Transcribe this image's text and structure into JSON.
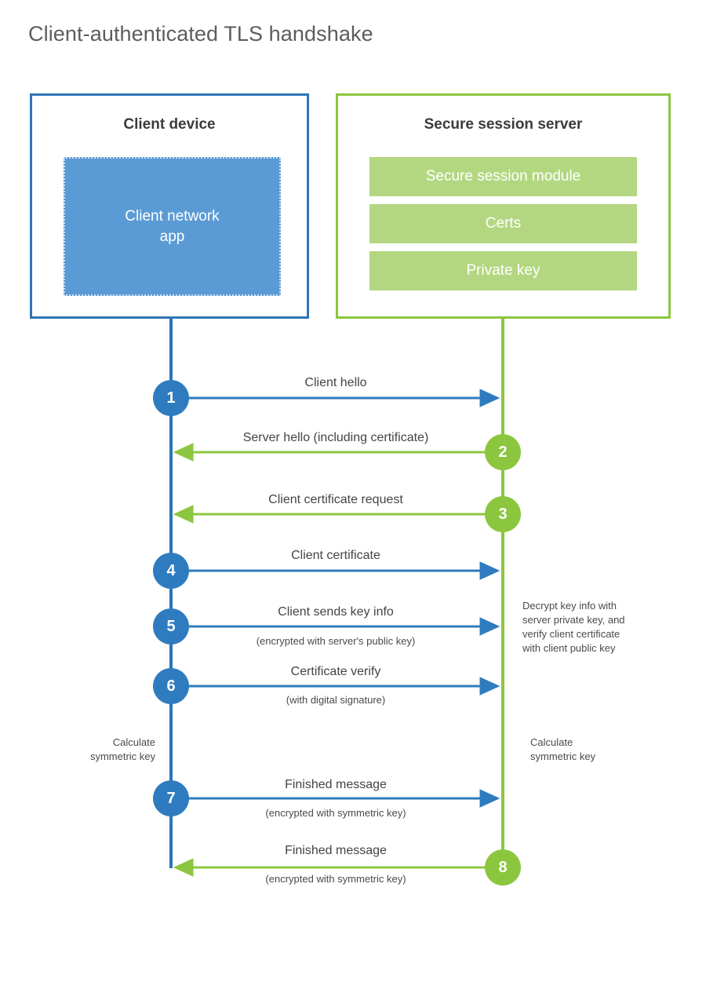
{
  "title": "Client-authenticated TLS handshake",
  "colors": {
    "client_blue": "#2e75b6",
    "client_app_fill": "#5b9bd5",
    "server_green": "#8cc63f",
    "server_bar_fill": "#b3d781",
    "step_blue": "#2e7cbf",
    "text_dark": "#444444",
    "title_grey": "#5d5d5d"
  },
  "client": {
    "title": "Client device",
    "app_label": "Client network\napp"
  },
  "server": {
    "title": "Secure session server",
    "bars": [
      {
        "label": "Secure session module"
      },
      {
        "label": "Certs"
      },
      {
        "label": "Private key"
      }
    ]
  },
  "steps": [
    {
      "number": "1",
      "label": "Client hello",
      "sub": "",
      "direction": "client-to-server",
      "color": "blue"
    },
    {
      "number": "2",
      "label": "Server hello (including certificate)",
      "sub": "",
      "direction": "server-to-client",
      "color": "green"
    },
    {
      "number": "3",
      "label": "Client certificate request",
      "sub": "",
      "direction": "server-to-client",
      "color": "green"
    },
    {
      "number": "4",
      "label": "Client certificate",
      "sub": "",
      "direction": "client-to-server",
      "color": "blue"
    },
    {
      "number": "5",
      "label": "Client sends key info",
      "sub": "(encrypted with server's public key)",
      "direction": "client-to-server",
      "color": "blue"
    },
    {
      "number": "6",
      "label": "Certificate verify",
      "sub": "(with digital signature)",
      "direction": "client-to-server",
      "color": "blue"
    },
    {
      "number": "7",
      "label": "Finished message",
      "sub": "(encrypted with symmetric key)",
      "direction": "client-to-server",
      "color": "blue"
    },
    {
      "number": "8",
      "label": "Finished message",
      "sub": "(encrypted with symmetric key)",
      "direction": "server-to-client",
      "color": "green"
    }
  ],
  "annotations": {
    "server_decrypt": "Decrypt key info with\nserver private key, and\nverify client certificate\nwith client public key",
    "client_calculate": "Calculate\nsymmetric key",
    "server_calculate": "Calculate\nsymmetric key"
  }
}
